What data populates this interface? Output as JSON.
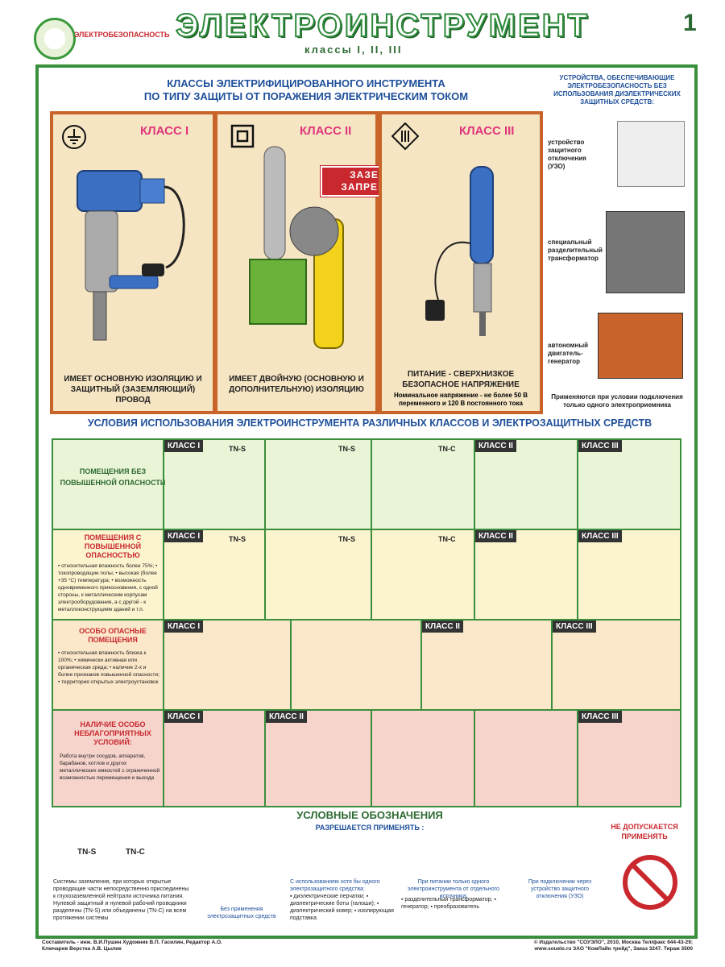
{
  "header": {
    "logo_caption": "ЭЛЕКТРОБЕЗОПАСНОСТЬ",
    "title": "ЭЛЕКТРОИНСТРУМЕНТ",
    "subtitle": "классы I, II, III",
    "sheet_number": "1"
  },
  "classes_section": {
    "title_line1": "КЛАССЫ ЭЛЕКТРИФИЦИРОВАННОГО ИНСТРУМЕНТА",
    "title_line2": "ПО ТИПУ ЗАЩИТЫ ОТ ПОРАЖЕНИЯ ЭЛЕКТРИЧЕСКИМ ТОКОМ",
    "class1": {
      "name": "КЛАСС I",
      "caption": "ИМЕЕТ ОСНОВНУЮ ИЗОЛЯЦИЮ И ЗАЩИТНЫЙ (ЗАЗЕМЛЯЮЩИЙ) ПРОВОД"
    },
    "class2": {
      "name": "КЛАСС II",
      "caption": "ИМЕЕТ ДВОЙНУЮ (ОСНОВНУЮ И ДОПОЛНИТЕЛЬНУЮ) ИЗОЛЯЦИЮ",
      "warning_line1": "ЗАЗЕМЛЯТЬ",
      "warning_line2": "ЗАПРЕЩАЕТСЯ"
    },
    "class3": {
      "name": "КЛАСС III",
      "caption": "ПИТАНИЕ - СВЕРХНИЗКОЕ БЕЗОПАСНОЕ НАПРЯЖЕНИЕ",
      "note": "Номинальное напряжение - не более 50 В переменного и 120 В постоянного тока"
    }
  },
  "devices": {
    "title": "УСТРОЙСТВА, ОБЕСПЕЧИВАЮЩИЕ ЭЛЕКТРОБЕЗОПАСНОСТЬ БЕЗ ИСПОЛЬЗОВАНИЯ ДИЭЛЕКТРИЧЕСКИХ ЗАЩИТНЫХ СРЕДСТВ:",
    "items": [
      {
        "label": "устройство защитного отключения (УЗО)"
      },
      {
        "label": "специальный разделительный трансформатор"
      },
      {
        "label": "автономный двигатель-генератор"
      }
    ],
    "note": "Применяются при условии подключения только одного электроприемника"
  },
  "conditions": {
    "title": "УСЛОВИЯ ИСПОЛЬЗОВАНИЯ ЭЛЕКТРОИНСТРУМЕНТА РАЗЛИЧНЫХ КЛАССОВ И ЭЛЕКТРОЗАЩИТНЫХ СРЕДСТВ",
    "rows": [
      {
        "label": "ПОМЕЩЕНИЯ БЕЗ ПОВЫШЕННОЙ ОПАСНОСТИ",
        "bullets": ""
      },
      {
        "label": "ПОМЕЩЕНИЯ С ПОВЫШЕННОЙ ОПАСНОСТЬЮ",
        "bullets": "• относительная влажность более 75%; • токопроводящие полы; • высокая (более +35 °С) температура; • возможность одновременного прикосновения, с одной стороны, к металлическим корпусам электрооборудования, а с другой - к металлоконструкциям зданий и т.п."
      },
      {
        "label": "ОСОБО ОПАСНЫЕ ПОМЕЩЕНИЯ",
        "bullets": "• относительная влажность близка к 100%; • химически активная или органическая среда; • наличие 2-х и более признаков повышенной опасности; • территория открытых электроустановок"
      },
      {
        "label": "НАЛИЧИЕ ОСОБО НЕБЛАГОПРИЯТНЫХ УСЛОВИЙ:",
        "bullets": "Работа внутри сосудов, аппаратов, барабанов, котлов и других металлических емкостей с ограниченной возможностью перемещения и выхода"
      }
    ],
    "tags": {
      "c1": "КЛАСС I",
      "c2": "КЛАСС II",
      "c3": "КЛАСС III",
      "tns": "TN-S",
      "tnc": "TN-C"
    }
  },
  "legend": {
    "title": "УСЛОВНЫЕ ОБОЗНАЧЕНИЯ",
    "allowed": "РАЗРЕШАЕТСЯ ПРИМЕНЯТЬ :",
    "not_allowed": "НЕ ДОПУСКАЕТСЯ ПРИМЕНЯТЬ",
    "tns": "TN-S",
    "tnc": "TN-C",
    "grounding_text": "Системы заземления, при которых открытые проводящие части непосредственно присоединены к глухозаземленной нейтрали источника питания. Нулевой защитный и нулевой рабочий проводники разделены (TN-S) или объединены (TN-C) на всем протяжении системы",
    "no_protection": "Без применения электрозащитных средств",
    "with_protection": "С использованием хотя бы одного электрозащитного средства:",
    "protection_items": "▪ диэлектрические перчатки; ▪ диэлектрические боты (галоши); ▪ диэлектрический ковер; ▪ изолирующая подставка",
    "power_from": "При питании только одного электроинструмента от отдельного источника:",
    "power_items": "▪ разделительный трансформатор; ▪ генератор; ▪ преобразователь",
    "uzo_text": "При подключении через устройство защитного отключения (УЗО)"
  },
  "footer": {
    "left": "Составитель - инж. В.И.Пушин Художник В.П. Гасилин, Редактор А.О. Ключарев Верстка А.В. Цылев",
    "right": "© Издательство \"СОУЭЛО\", 2010, Москва Тел/факс 644-43-29; www.souelo.ru ЗАО \"КомЛайн трейд\", Заказ 3247. Тираж 3500"
  }
}
